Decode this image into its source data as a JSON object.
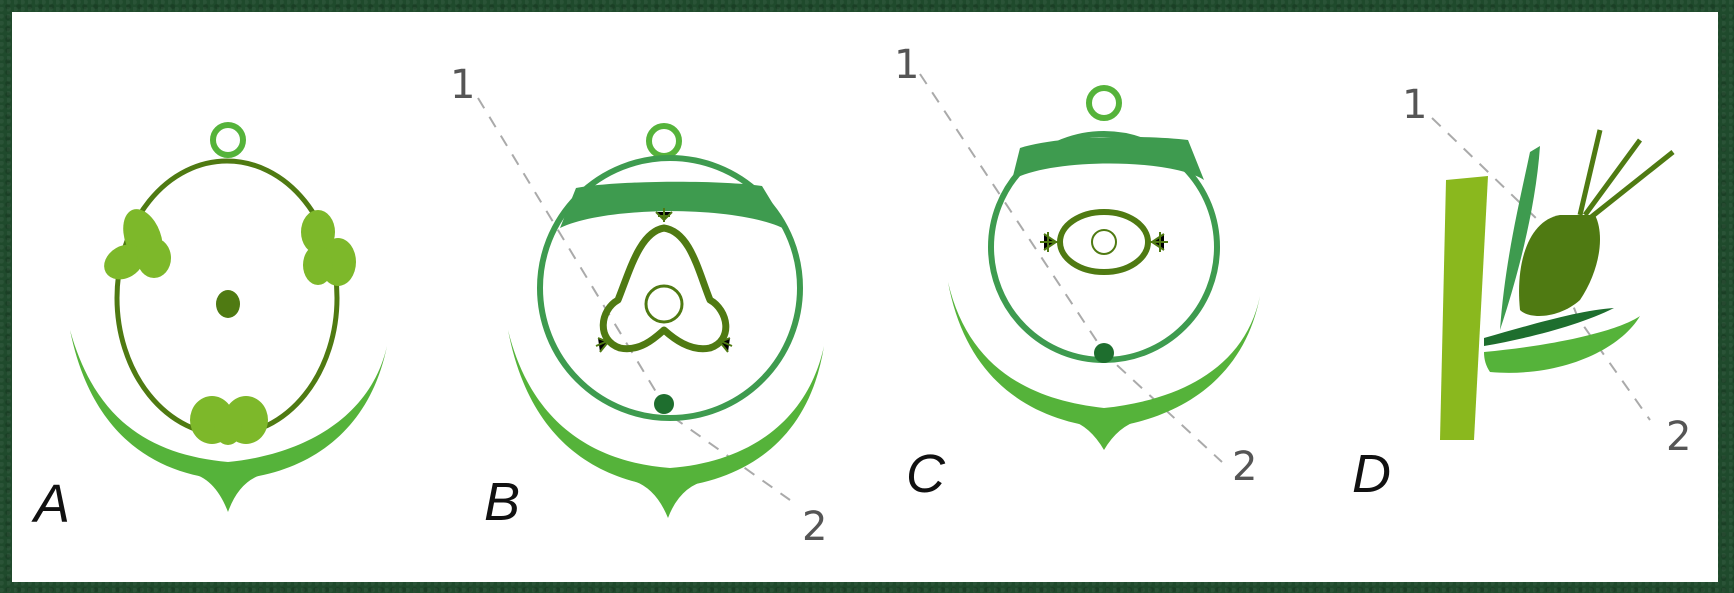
{
  "panels": [
    {
      "letter": "A"
    },
    {
      "letter": "B",
      "label_1": "1",
      "label_2": "2"
    },
    {
      "letter": "C",
      "label_1": "1",
      "label_2": "2"
    },
    {
      "letter": "D",
      "label_1": "1",
      "label_2": "2"
    }
  ],
  "colors": {
    "frame": "#1f4a2c",
    "olive": "#4f7a12",
    "light_green": "#7db82a",
    "bract_green": "#55b33a",
    "medium_green": "#3e9b4f",
    "dark_green": "#1e6e2e",
    "stem_green": "#8ab81e"
  }
}
